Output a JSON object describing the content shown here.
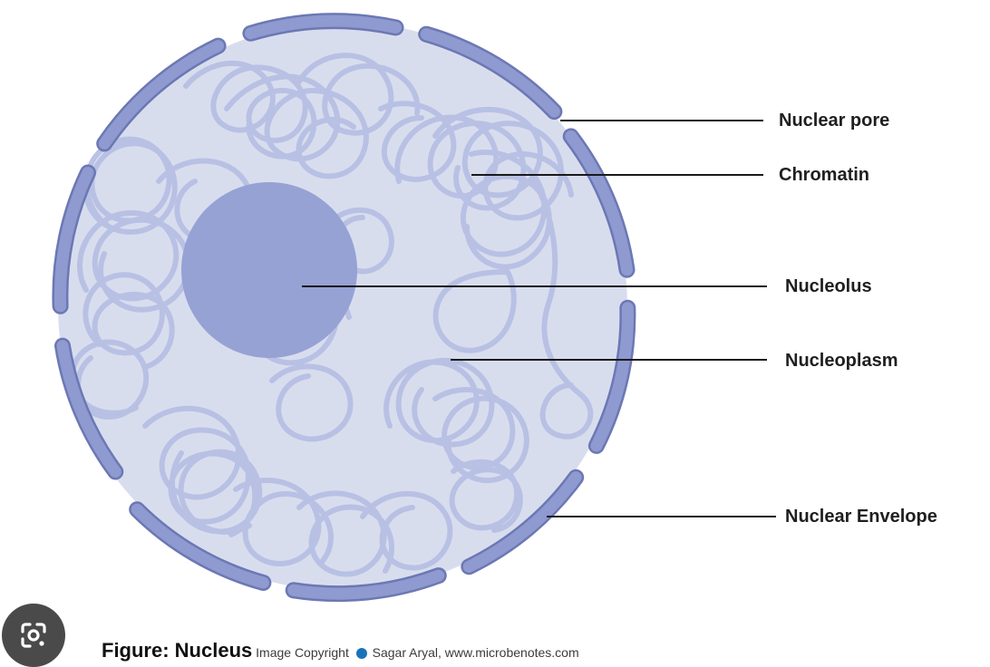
{
  "labels": {
    "nuclear_pore": "Nuclear pore",
    "chromatin": "Chromatin",
    "nucleolus": "Nucleolus",
    "nucleoplasm": "Nucleoplasm",
    "nuclear_envelope": "Nuclear Envelope"
  },
  "caption": {
    "title": "Figure: Nucleus",
    "text_before_icon": "Image Copyright",
    "text_after_icon": "Sagar Aryal, www.microbenotes.com"
  },
  "colors": {
    "nucleoplasm_fill": "#d8ddee",
    "envelope_segment": "#8e9ad0",
    "envelope_stroke": "#6c78b3",
    "nucleolus": "#96a2d4",
    "chromatin": "#b7c0e4",
    "leader_line": "#1a1a1a",
    "label_text": "#1f1f1f"
  },
  "icons": {
    "lens": "google-lens-icon",
    "copyright": "copyright-dot-icon"
  }
}
